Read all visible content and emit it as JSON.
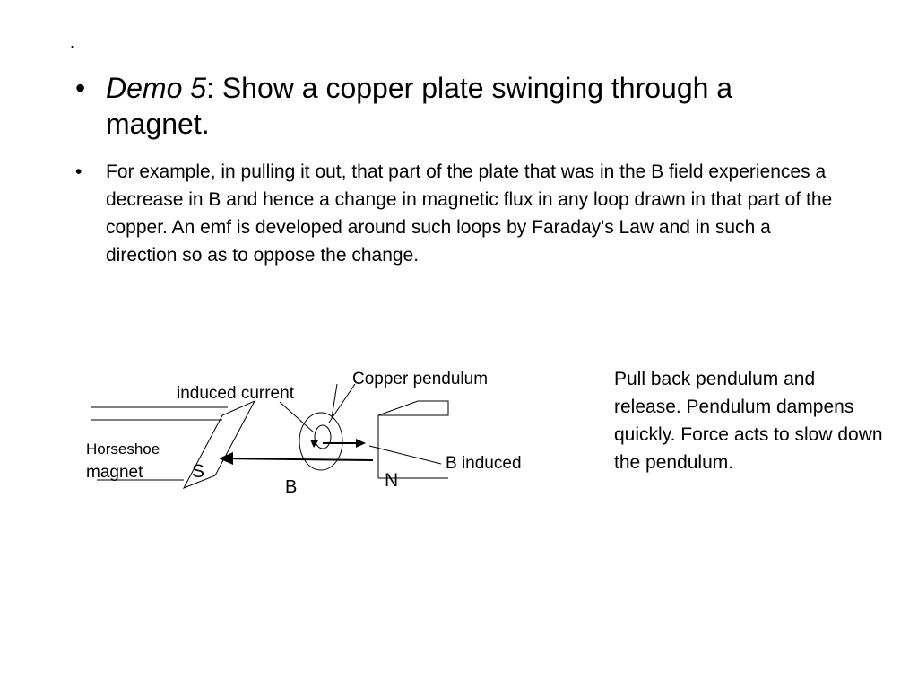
{
  "slide": {
    "dot": ".",
    "bullet_glyph": "•",
    "demo_label": "Demo 5",
    "demo_colon": ":",
    "demo_text": " Show a copper plate swinging through a magnet.",
    "example_text": " For example, in pulling it out, that part of the plate that was in the B field experiences a decrease in B and hence a change in magnetic flux in any loop drawn in that part of the copper. An emf is developed around such loops by Faraday's Law and in such a direction so as to oppose the change.",
    "side_note": "Pull back pendulum and release. Pendulum dampens quickly. Force acts to slow down the pendulum."
  },
  "diagram": {
    "copper_pendulum_label": "Copper pendulum",
    "induced_current_label": "induced current",
    "horseshoe_label": "Horseshoe",
    "magnet_label": "magnet",
    "south_pole": "S",
    "north_pole": "N",
    "b_field_label": "B",
    "b_induced_label": "B induced"
  }
}
